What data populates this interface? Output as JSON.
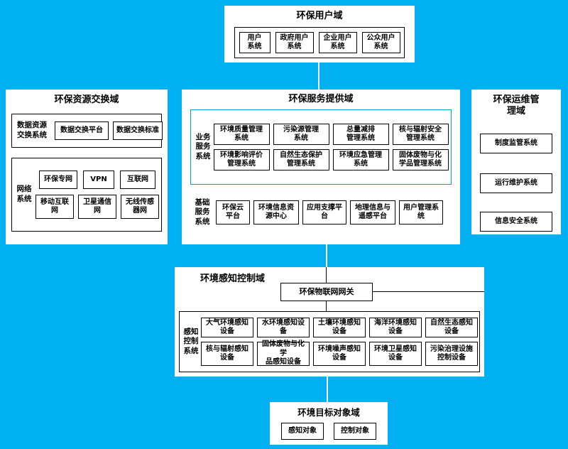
{
  "colors": {
    "background": "#00b0f0",
    "panel": "#ffffff",
    "box_border": "#000000",
    "business_group_border": "#00a3cc",
    "connector": "#ffffff"
  },
  "user_domain": {
    "title": "环保用户域",
    "items": [
      "用户\n系统",
      "政府用户\n系统",
      "企业用户\n系统",
      "公众用户\n系统"
    ]
  },
  "exchange_domain": {
    "title": "环保资源交换域",
    "data_section": {
      "label": "数据资源\n交换系统",
      "items": [
        "数据交换平台",
        "数据交换标准"
      ]
    },
    "network_section": {
      "label": "网络\n系统",
      "row1": [
        "环保专网",
        "VPN",
        "互联网"
      ],
      "row2": [
        "移动互联\n网",
        "卫星通信\n网",
        "无线传感\n器网"
      ]
    }
  },
  "service_domain": {
    "title": "环保服务提供域",
    "business_section": {
      "label": "业务\n服务\n系统",
      "row1": [
        "环境质量管理\n系统",
        "污染源管理\n系统",
        "总量减排\n管理系统",
        "核与辐射安全\n管理系统"
      ],
      "row2": [
        "环境影响评价\n管理系统",
        "自然生态保护\n管理系统",
        "环境应急管理\n系统",
        "固体废物与化\n学品管理系统"
      ]
    },
    "base_section": {
      "label": "基础\n服务\n系统",
      "items": [
        "环保云\n平台",
        "环境信息资\n源中心",
        "应用支撑平\n台",
        "地理信息与\n遥感平台",
        "用户管理系\n统"
      ]
    }
  },
  "ops_domain": {
    "title": "环保运维管\n理域",
    "items": [
      "制度监管系统",
      "运行维护系统",
      "信息安全系统"
    ]
  },
  "sensing_domain": {
    "title": "环境感知控制域",
    "gateway": "环保物联网网关",
    "section": {
      "label": "感知\n控制\n系统",
      "row1": [
        "大气环境感知\n设备",
        "水环境感知设\n备",
        "土壤环境感知\n设备",
        "海洋环境感知\n设备",
        "自然生态感知\n设备"
      ],
      "row2": [
        "核与辐射感知\n设备",
        "固体废物与化学\n品感知设备",
        "环境噪声感知\n设备",
        "环境卫星感知\n设备",
        "污染治理设施\n控制设备"
      ]
    }
  },
  "target_domain": {
    "title": "环境目标对象域",
    "items": [
      "感知对象",
      "控制对象"
    ]
  }
}
